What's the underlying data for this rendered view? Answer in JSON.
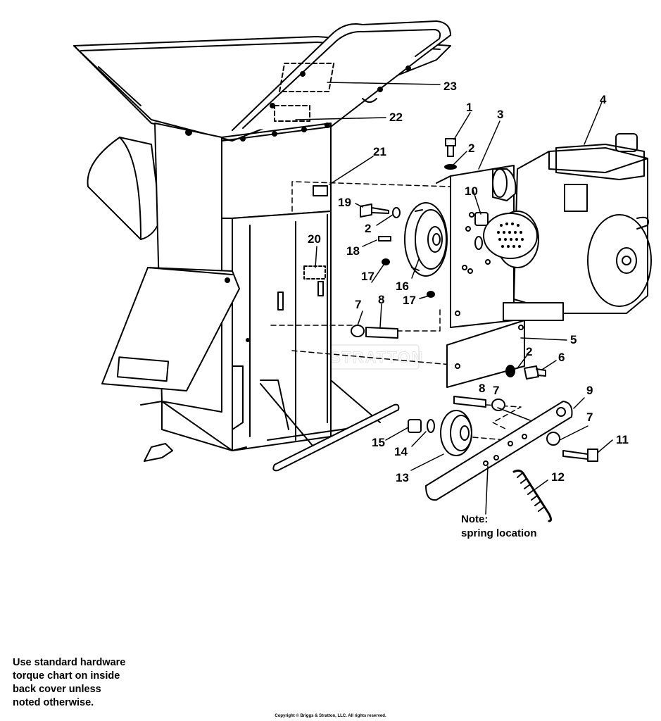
{
  "watermark": "BRIGGS&STRATTON",
  "callouts": [
    "1",
    "2",
    "3",
    "4",
    "5",
    "6",
    "7",
    "8",
    "9",
    "10",
    "11",
    "12",
    "13",
    "14",
    "15",
    "16",
    "17",
    "18",
    "19",
    "20",
    "21",
    "22",
    "23"
  ],
  "callout_repeats": {
    "c2b": "2",
    "c2c": "2",
    "c7b": "7",
    "c7c": "7",
    "c8b": "8",
    "c17b": "17"
  },
  "note": {
    "line1": "Note:",
    "line2": "spring location"
  },
  "torque_note": [
    "Use standard hardware",
    "torque chart on inside",
    "back cover unless",
    "noted otherwise."
  ],
  "copyright": "Copyright © Briggs & Stratton, LLC. All rights reserved."
}
